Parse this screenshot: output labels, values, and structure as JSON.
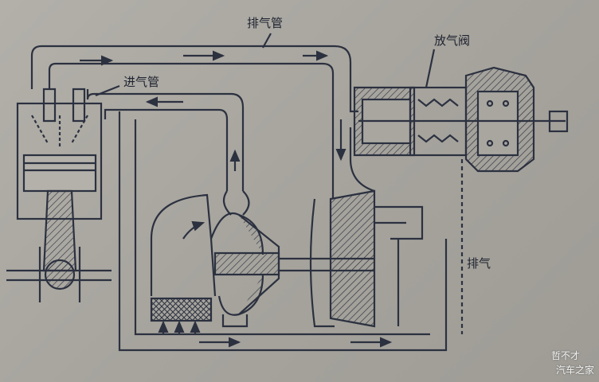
{
  "labels": {
    "exhaust_pipe": "排气管",
    "wastegate": "放气阀",
    "intake_pipe": "进气管",
    "exhaust": "排气"
  },
  "watermark": {
    "line1": "哲不才",
    "line2": "汽车之家"
  },
  "colors": {
    "line": "#2c3140",
    "paper": "#a8a69f"
  }
}
